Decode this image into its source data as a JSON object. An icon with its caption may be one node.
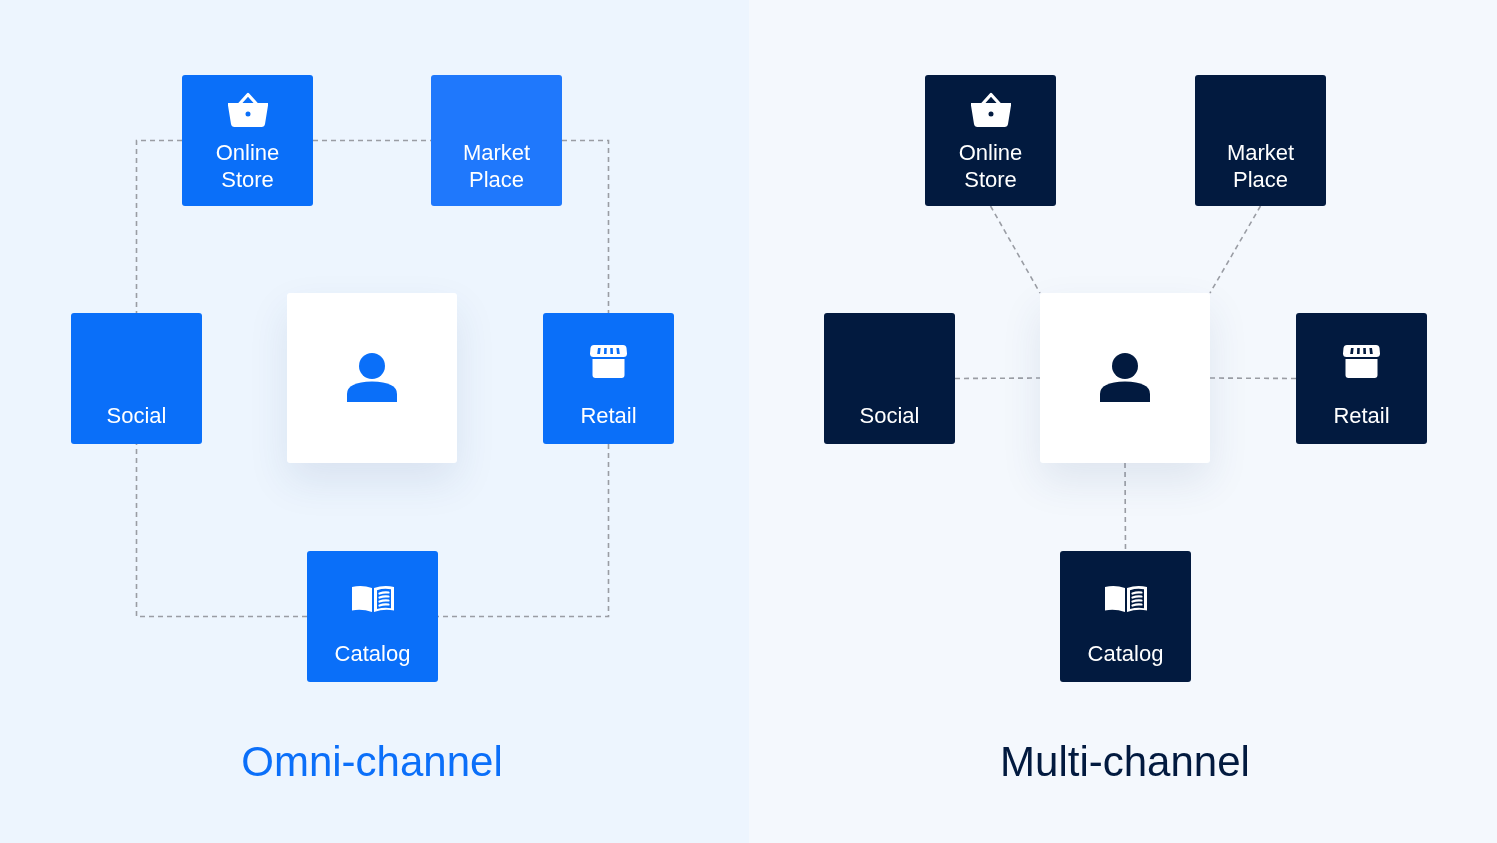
{
  "diagram": {
    "nodes": [
      {
        "text": [
          "Omni-channel"
        ]
      },
      {
        "text": [
          "Online Store"
        ],
        "in": 0
      },
      {
        "text": [
          "Market Place"
        ],
        "in": 0
      },
      {
        "text": [
          "Social"
        ],
        "in": 0
      },
      {
        "text": [],
        "shape": "person",
        "in": 0
      },
      {
        "text": [
          "Retail"
        ],
        "in": 0
      },
      {
        "text": [
          "Catalog"
        ],
        "in": 0
      },
      {
        "text": [
          "Multi-channel"
        ]
      },
      {
        "text": [
          "Online Store"
        ],
        "in": 7
      },
      {
        "text": [
          "Market Place"
        ],
        "in": 7
      },
      {
        "text": [
          "Social"
        ],
        "in": 7
      },
      {
        "text": [],
        "shape": "person",
        "in": 7
      },
      {
        "text": [
          "Retail"
        ],
        "in": 7
      },
      {
        "text": [
          "Catalog"
        ],
        "in": 7
      }
    ],
    "edges": [
      {
        "from": 1,
        "to": 3,
        "arrow": "none",
        "style": "dashed"
      },
      {
        "from": 1,
        "to": 2,
        "arrow": "none",
        "style": "dashed"
      },
      {
        "from": 2,
        "to": 5,
        "arrow": "none",
        "style": "dashed"
      },
      {
        "from": 5,
        "to": 6,
        "arrow": "none",
        "style": "dashed"
      },
      {
        "from": 6,
        "to": 3,
        "arrow": "none",
        "style": "dashed"
      },
      {
        "from": 8,
        "to": 11,
        "arrow": "none",
        "style": "dashed"
      },
      {
        "from": 9,
        "to": 11,
        "arrow": "none",
        "style": "dashed"
      },
      {
        "from": 10,
        "to": 11,
        "arrow": "none",
        "style": "dashed"
      },
      {
        "from": 11,
        "to": 12,
        "arrow": "none",
        "style": "dashed"
      },
      {
        "from": 11,
        "to": 13,
        "arrow": "none",
        "style": "dashed"
      }
    ]
  }
}
